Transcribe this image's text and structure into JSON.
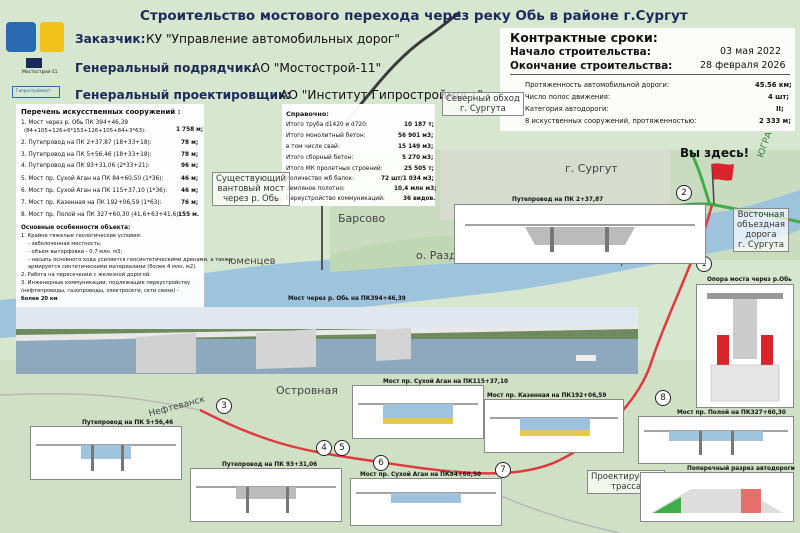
{
  "header": {
    "title": "Строительство мостового перехода через реку Обь в районе г.Сургут",
    "customer_label": "Заказчик:",
    "customer_value": "КУ \"Управление автомобильных дорог\"",
    "contractor_label": "Генеральный подрядчик:",
    "contractor_value": "АО \"Мостострой-11\"",
    "designer_label": "Генеральный проектировщик:",
    "designer_value": "АО \"Институт Гипростроймост\"",
    "logo2_text": "Мостострой-11",
    "logo3_text": "Гипростроймост"
  },
  "contract": {
    "title": "Контрактные сроки:",
    "start_label": "Начало строительства:",
    "start_value": "03 мая 2022",
    "end_label": "Окончание строительства:",
    "end_value": "28 февраля 2026",
    "rows": [
      {
        "label": "Протяженность автомобильной дороги:",
        "value": "45.56 км;"
      },
      {
        "label": "Число полос движения:",
        "value": "4 шт;"
      },
      {
        "label": "Категория автодороги:",
        "value": "II;"
      },
      {
        "label": "8 искуственных сооружений, протяженностью:",
        "value": "2 333 м;"
      }
    ]
  },
  "structures": {
    "title": "Перечень искусственных сооружений :",
    "items": [
      {
        "name": "1. Мост через р. Обь ПК 394+46,39",
        "extra": "(84+105+126+6*153+126+105+84+3*63):",
        "value": "1 758 м;"
      },
      {
        "name": "2. Путепровод на ПК 2+37,87 (18+33+18):",
        "value": "78 м;"
      },
      {
        "name": "3. Путепровод на ПК 5+56,46 (18+33+18):",
        "value": "78 м;"
      },
      {
        "name": "4. Путепровод на ПК 93+31,06 (2*33+21):",
        "value": "96 м;"
      },
      {
        "name": "5. Мост пр. Сухой Аган на ПК 84+60,50 (1*36):",
        "value": "46 м;"
      },
      {
        "name": "6. Мост пр. Сухой Аган на ПК 115+37,10 (1*36):",
        "value": "46 м;"
      },
      {
        "name": "7. Мост пр. Казенная на ПК 192+06,59 (1*63):",
        "value": "76 м;"
      },
      {
        "name": "8. Мост пр. Полой на ПК 327+60,30 (41,6+63+41,6):",
        "value": "155 м."
      }
    ],
    "features_title": "Основные особенности объекта:",
    "features": [
      "1. Крайне тяжелые геологические условия:",
      "- заболоченная местность;",
      "- объем выторфовки - 0,7 млн. м3;",
      "- насыпь основного хода усиляется геосинтетическими дренами, а также",
      "  армируется синтетическими материалами (более 4 млн. м2).",
      "2. Работа на пересечении с железной дорогой.",
      "3. Инженерные коммуникации, подлежащие переустройству",
      "(нефтепроводы, газопроводы, электросети, сети связи) -",
      "более 20 км"
    ]
  },
  "reference": {
    "title": "Справочно:",
    "rows": [
      {
        "label": "Итого труба d1420 и d720:",
        "value": "10 187 т;"
      },
      {
        "label": "Итого монолитный бетон:",
        "value": "56 901 м3;"
      },
      {
        "label": "в том числе свай:",
        "value": "15 149 м3;"
      },
      {
        "label": "Итого сборный бетон:",
        "value": "5 270 м3;"
      },
      {
        "label": "Итого МК пролетных строений:",
        "value": "25 505 т;"
      },
      {
        "label": "Количество жб балок:",
        "value": "72 шт/1 034 м3;"
      },
      {
        "label": "Земляное полотно:",
        "value": "10,4 млн м3;"
      },
      {
        "label": "Переустройство коммуникаций:",
        "value": "36 видов."
      }
    ]
  },
  "map": {
    "you_are_here": "Вы здесь!",
    "labels": {
      "existing_bridge": "Существующий\nвантовый мост\nчерез р. Обь",
      "north_bypass": "Северный обход\nг. Сургута",
      "east_bypass": "Восточная\nобъездная\nдорога\nг. Сургута",
      "projected_route": "Проектируемая\nтрасса",
      "surgut": "г. Сургут",
      "barsovo": "Барсово",
      "razdory": "о. Раздоры",
      "river": "р. Обь",
      "ostrovnaya": "Островная",
      "neftevansk": "Нефтеванск",
      "yumentsev": "юменцев",
      "ugra": "ЮГРА"
    },
    "markers": [
      "1",
      "2",
      "3",
      "4",
      "5",
      "6",
      "7",
      "8"
    ]
  },
  "captions": {
    "main_bridge": "Мост через р. Обь на ПК394+46,39",
    "overpass_2": "Путепровод на ПК 2+37,87",
    "overpass_3": "Путепровод на ПК 5+56,46",
    "overpass_4": "Путепровод на ПК 93+31,06",
    "bridge_5": "Мост пр. Сухой Аган на ПК84+60,50",
    "bridge_6": "Мост пр. Сухой Аган на ПК115+37,10",
    "bridge_7": "Мост пр. Казенная на ПК192+06,59",
    "bridge_8": "Мост пр. Полой на ПК327+60,30",
    "pier": "Опора моста через р.Обь",
    "cross_section": "Поперечный разрез автодороги"
  },
  "colors": {
    "title": "#1b2a5a",
    "route": "#e0393e",
    "bypass": "#3b3b3b",
    "green_road": "#3fae49",
    "water": "#8fb6d3",
    "flag": "#d8242a"
  }
}
